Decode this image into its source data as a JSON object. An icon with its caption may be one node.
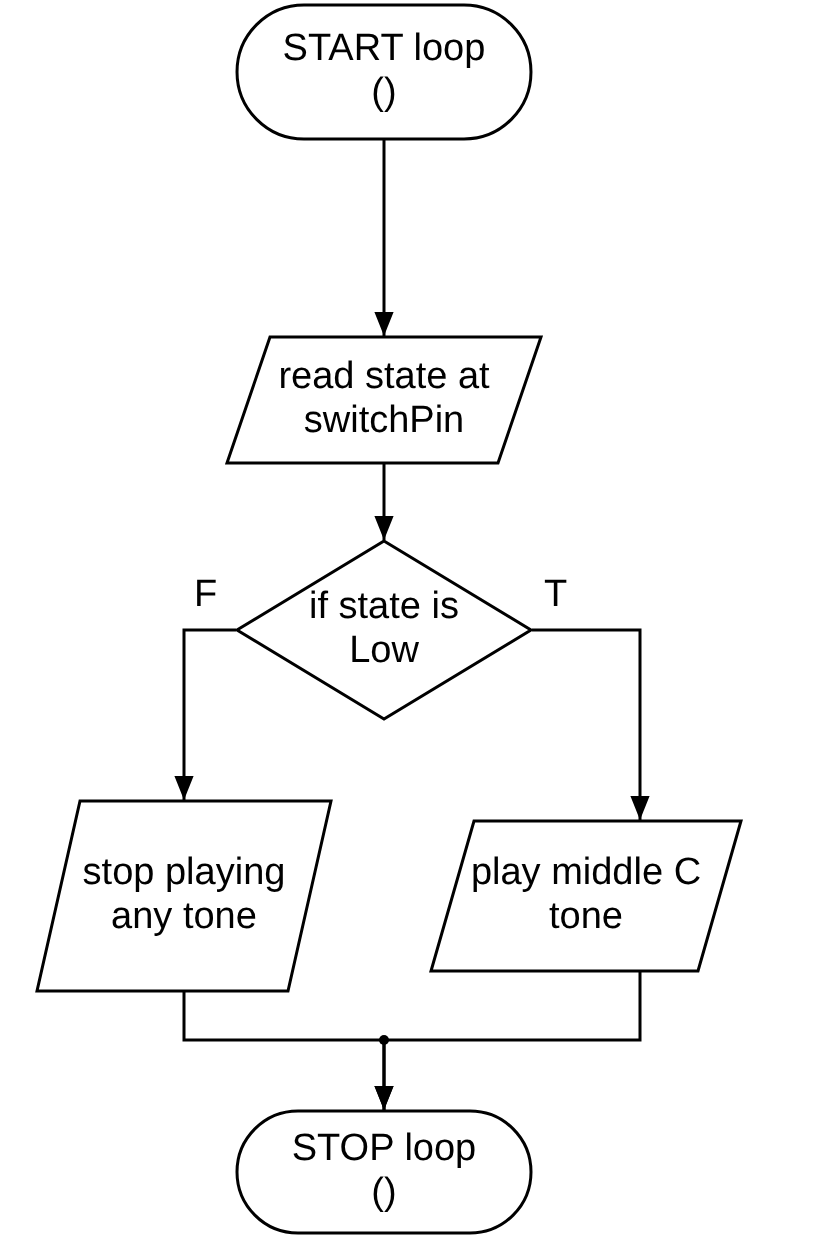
{
  "diagram": {
    "nodes": [
      {
        "text": [
          "START loop ()"
        ]
      },
      {
        "text": [
          "read state at switchPin"
        ]
      },
      {
        "text": [
          "if state is Low"
        ]
      },
      {
        "text": [
          "stop playing any tone"
        ]
      },
      {
        "text": [
          "play middle C tone"
        ]
      },
      {
        "text": [
          "STOP loop ()"
        ]
      }
    ],
    "edges": [
      {
        "from": 0,
        "to": 1,
        "arrow": "to"
      },
      {
        "from": 1,
        "to": 2,
        "arrow": "to"
      },
      {
        "from": 2,
        "to": 3,
        "arrow": "to",
        "label": "F"
      },
      {
        "from": 2,
        "to": 4,
        "arrow": "to",
        "label": "T"
      },
      {
        "from": 3,
        "to": 5,
        "arrow": "to"
      },
      {
        "from": 4,
        "to": 5,
        "arrow": "to"
      }
    ]
  }
}
